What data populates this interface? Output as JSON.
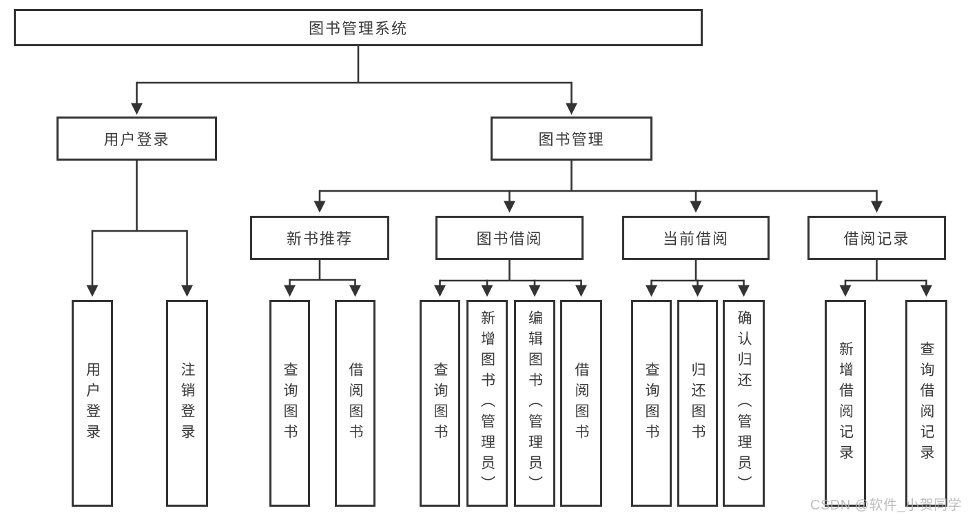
{
  "colors": {
    "line": "#333333",
    "box_border": "#333333",
    "text": "#3a3a3a",
    "background": "#ffffff",
    "watermark": "#b3b3b3"
  },
  "watermark": "CSDN @软件_小贺同学",
  "tree": {
    "label": "图书管理系统",
    "children": [
      {
        "label": "用户登录",
        "children": [
          {
            "label": "用户登录"
          },
          {
            "label": "注销登录"
          }
        ]
      },
      {
        "label": "图书管理",
        "children": [
          {
            "label": "新书推荐",
            "children": [
              {
                "label": "查询图书"
              },
              {
                "label": "借阅图书"
              }
            ]
          },
          {
            "label": "图书借阅",
            "children": [
              {
                "label": "查询图书"
              },
              {
                "label": "新增图书（管理员）"
              },
              {
                "label": "编辑图书（管理员）"
              },
              {
                "label": "借阅图书"
              }
            ]
          },
          {
            "label": "当前借阅",
            "children": [
              {
                "label": "查询图书"
              },
              {
                "label": "归还图书"
              },
              {
                "label": "确认归还（管理员）"
              }
            ]
          },
          {
            "label": "借阅记录",
            "children": [
              {
                "label": "新增借阅记录"
              },
              {
                "label": "查询借阅记录"
              }
            ]
          }
        ]
      }
    ]
  }
}
